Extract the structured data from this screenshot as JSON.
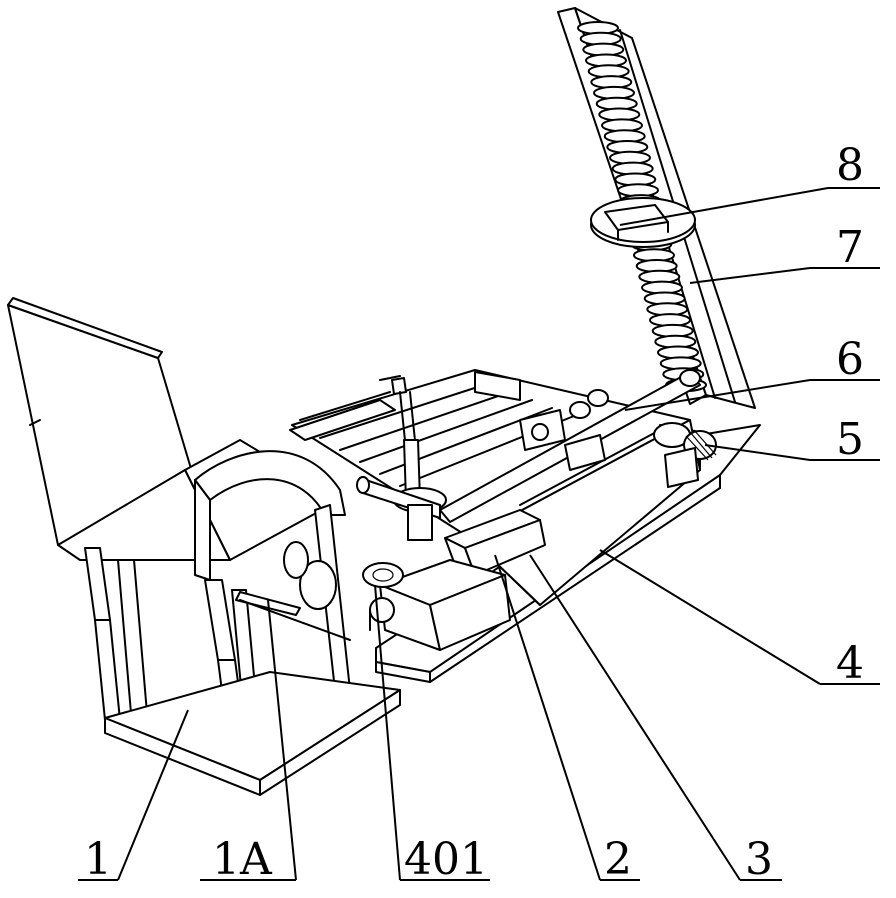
{
  "labels": {
    "l1": "1",
    "l1A": "1A",
    "l401": "401",
    "l2": "2",
    "l3": "3",
    "l4": "4",
    "l5": "5",
    "l6": "6",
    "l7": "7",
    "l8": "8"
  }
}
